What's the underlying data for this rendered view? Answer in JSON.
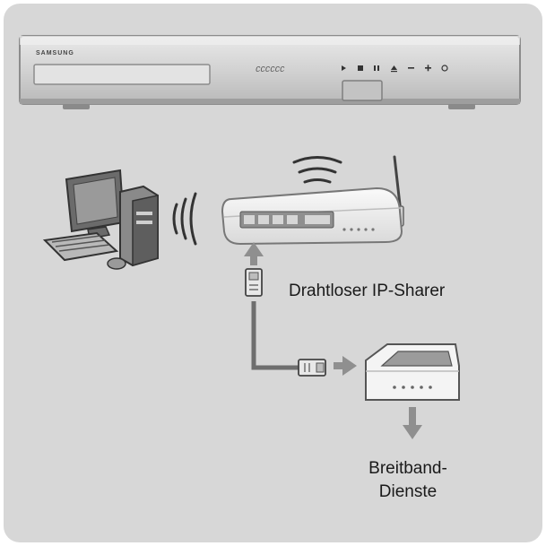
{
  "device": {
    "brand": "SAMSUNG",
    "display_text": "CCCCCC"
  },
  "labels": {
    "router": "Drahtloser IP-Sharer",
    "broadband_line1": "Breitband-",
    "broadband_line2": "Dienste"
  },
  "colors": {
    "panel_background": "#d7d7d7",
    "device_body": "#c9c9c9",
    "arrow": "#8f8f8f",
    "cable": "#6e6e6e",
    "text": "#1a1a1a"
  },
  "icons": [
    "wireless-signal-icon",
    "desktop-computer-icon",
    "wireless-router-icon",
    "ethernet-connector-icon",
    "modem-icon"
  ]
}
